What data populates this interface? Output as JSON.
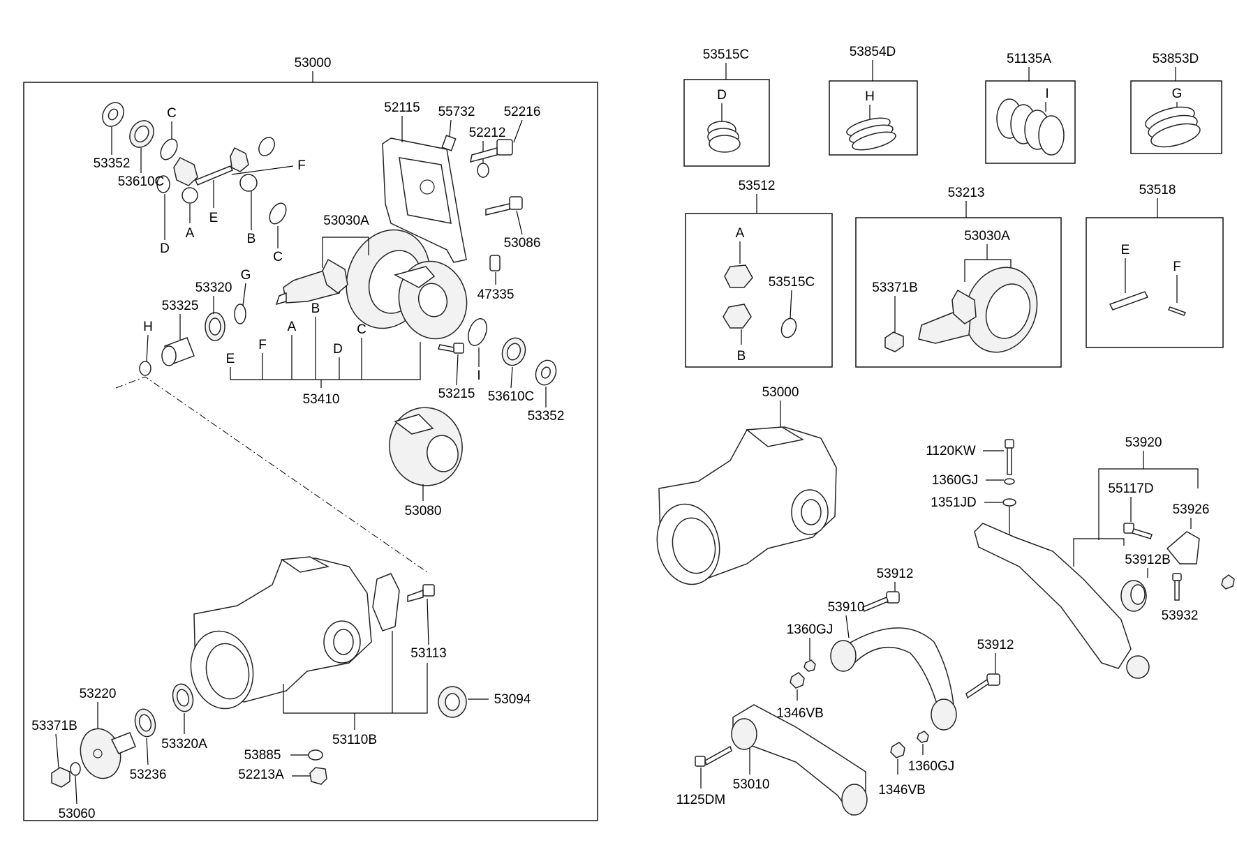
{
  "diagram": {
    "main_assembly": {
      "label": "53000"
    },
    "callouts": [
      {
        "id": "53352a",
        "label": "53352"
      },
      {
        "id": "53610Ca",
        "label": "53610C"
      },
      {
        "id": "C1",
        "label": "C"
      },
      {
        "id": "F1",
        "label": "F"
      },
      {
        "id": "E1",
        "label": "E"
      },
      {
        "id": "A1",
        "label": "A"
      },
      {
        "id": "B1",
        "label": "B"
      },
      {
        "id": "D1",
        "label": "D"
      },
      {
        "id": "C2",
        "label": "C"
      },
      {
        "id": "52115",
        "label": "52115"
      },
      {
        "id": "55732",
        "label": "55732"
      },
      {
        "id": "52212",
        "label": "52212"
      },
      {
        "id": "52216",
        "label": "52216"
      },
      {
        "id": "53086",
        "label": "53086"
      },
      {
        "id": "53030A",
        "label": "53030A"
      },
      {
        "id": "47335",
        "label": "47335"
      },
      {
        "id": "53320",
        "label": "53320"
      },
      {
        "id": "G1",
        "label": "G"
      },
      {
        "id": "53325",
        "label": "53325"
      },
      {
        "id": "H1",
        "label": "H"
      },
      {
        "id": "E2",
        "label": "E"
      },
      {
        "id": "F2",
        "label": "F"
      },
      {
        "id": "A2",
        "label": "A"
      },
      {
        "id": "B2",
        "label": "B"
      },
      {
        "id": "D2",
        "label": "D"
      },
      {
        "id": "C3",
        "label": "C"
      },
      {
        "id": "53410",
        "label": "53410"
      },
      {
        "id": "53215",
        "label": "53215"
      },
      {
        "id": "I1",
        "label": "I"
      },
      {
        "id": "53610Cb",
        "label": "53610C"
      },
      {
        "id": "53352b",
        "label": "53352"
      },
      {
        "id": "53080",
        "label": "53080"
      },
      {
        "id": "53113",
        "label": "53113"
      },
      {
        "id": "53220",
        "label": "53220"
      },
      {
        "id": "53371B",
        "label": "53371B"
      },
      {
        "id": "53060",
        "label": "53060"
      },
      {
        "id": "53236",
        "label": "53236"
      },
      {
        "id": "53320A",
        "label": "53320A"
      },
      {
        "id": "53110B",
        "label": "53110B"
      },
      {
        "id": "53094",
        "label": "53094"
      },
      {
        "id": "53885",
        "label": "53885"
      },
      {
        "id": "52213A",
        "label": "52213A"
      }
    ],
    "kits": [
      {
        "id": "53515C",
        "label": "53515C",
        "letter": "D"
      },
      {
        "id": "53854D",
        "label": "53854D",
        "letter": "H"
      },
      {
        "id": "51135A",
        "label": "51135A",
        "letter": "I"
      },
      {
        "id": "53853D",
        "label": "53853D",
        "letter": "G"
      }
    ],
    "kit_53512": {
      "label": "53512",
      "a": "A",
      "b": "B",
      "c": "53515C"
    },
    "kit_53213": {
      "label": "53213",
      "a": "53030A",
      "b": "53371B"
    },
    "kit_53518": {
      "label": "53518",
      "e": "E",
      "f": "F"
    },
    "right_assembly": {
      "housing": "53000",
      "labels": [
        {
          "id": "1120KW",
          "label": "1120KW"
        },
        {
          "id": "1360GJa",
          "label": "1360GJ"
        },
        {
          "id": "1351JD",
          "label": "1351JD"
        },
        {
          "id": "53920",
          "label": "53920"
        },
        {
          "id": "55117D",
          "label": "55117D"
        },
        {
          "id": "53926",
          "label": "53926"
        },
        {
          "id": "53912B",
          "label": "53912B"
        },
        {
          "id": "53932",
          "label": "53932"
        },
        {
          "id": "53912a",
          "label": "53912"
        },
        {
          "id": "53910",
          "label": "53910"
        },
        {
          "id": "1360GJb",
          "label": "1360GJ"
        },
        {
          "id": "1346VBa",
          "label": "1346VB"
        },
        {
          "id": "53912b",
          "label": "53912"
        },
        {
          "id": "1125DM",
          "label": "1125DM"
        },
        {
          "id": "53010",
          "label": "53010"
        },
        {
          "id": "1346VBb",
          "label": "1346VB"
        },
        {
          "id": "1360GJc",
          "label": "1360GJ"
        }
      ]
    }
  }
}
